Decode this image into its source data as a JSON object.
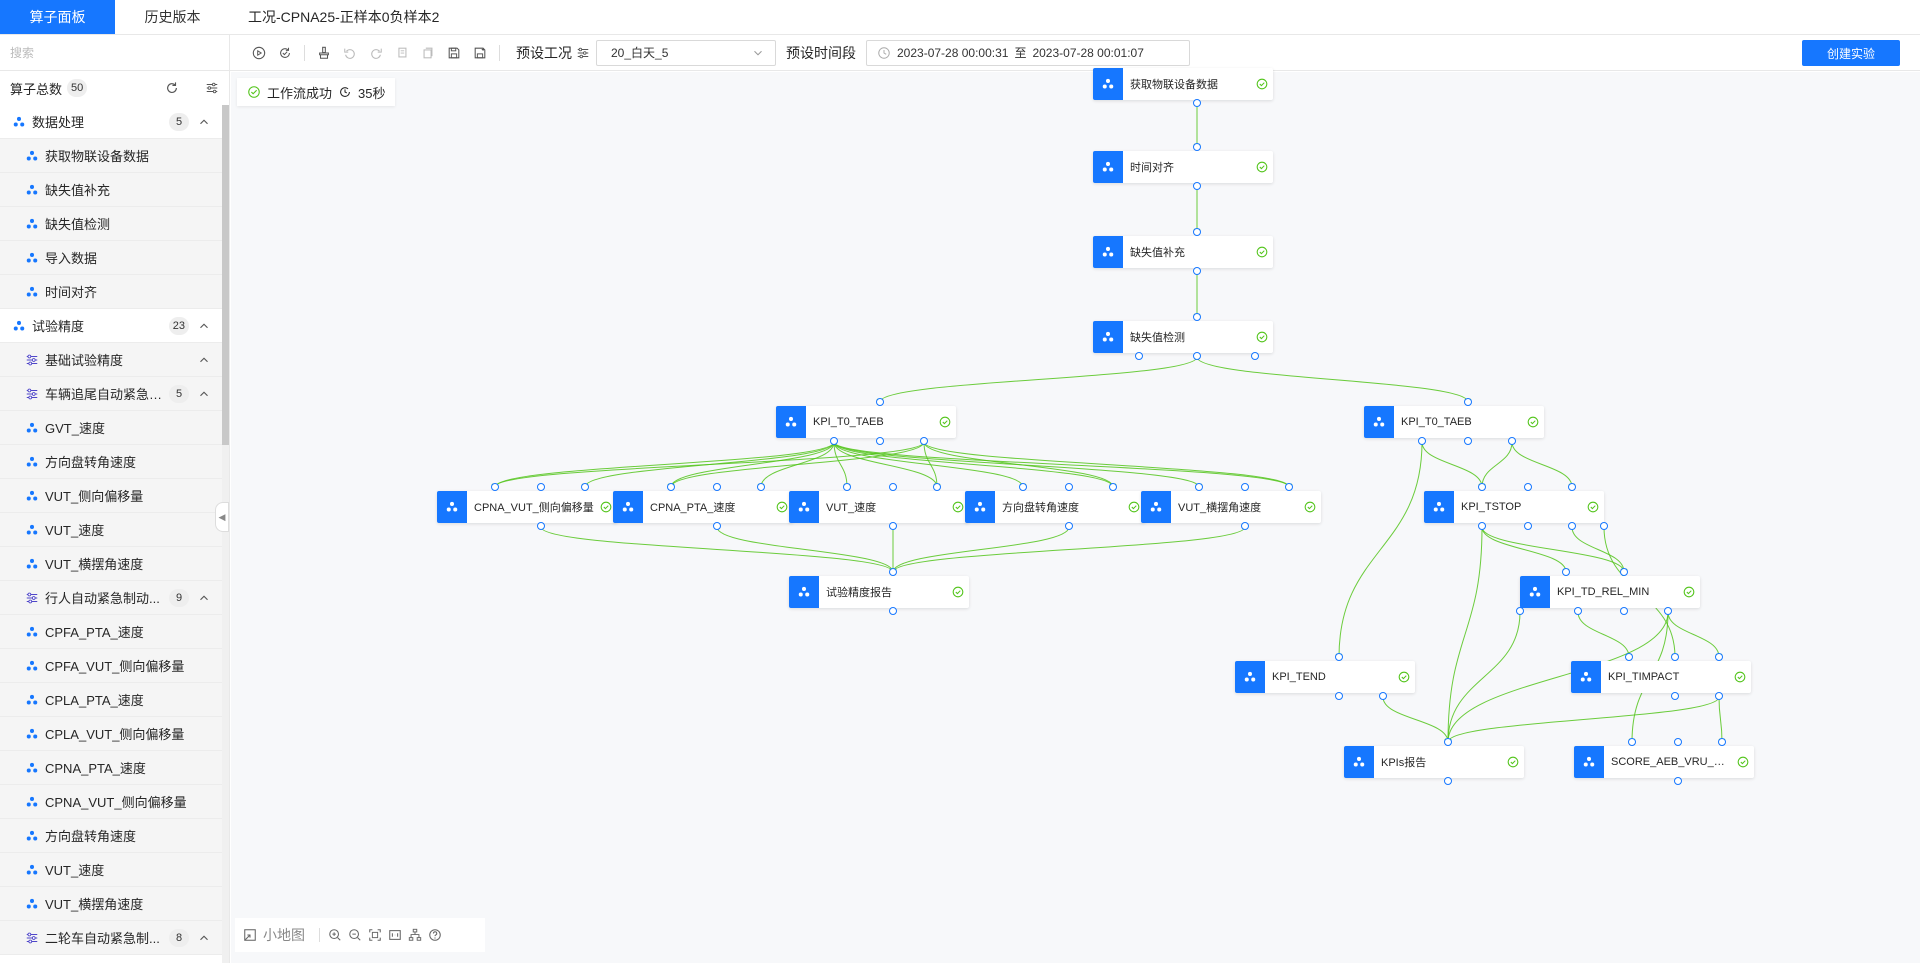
{
  "left_tabs": [
    {
      "label": "算子面板",
      "active": true
    },
    {
      "label": "历史版本",
      "active": false
    }
  ],
  "header": {
    "title": "工况-CPNA25-正样本0负样本2"
  },
  "toolbar": {
    "preset_condition_label": "预设工况",
    "preset_condition_value": "20_白天_5",
    "preset_time_label": "预设时间段",
    "time_start": "2023-07-28 00:00:31",
    "time_sep": "至",
    "time_end": "2023-07-28 00:01:07",
    "create_button": "创建实验"
  },
  "sidebar": {
    "search_placeholder": "搜索",
    "total_label": "算子总数",
    "total_count": "50",
    "rows": [
      {
        "kind": "cat",
        "label": "数据处理",
        "count": "5",
        "chevron": true
      },
      {
        "kind": "item",
        "label": "获取物联设备数据"
      },
      {
        "kind": "item",
        "label": "缺失值补充"
      },
      {
        "kind": "item",
        "label": "缺失值检测"
      },
      {
        "kind": "item",
        "label": "导入数据"
      },
      {
        "kind": "item",
        "label": "时间对齐"
      },
      {
        "kind": "cat",
        "label": "试验精度",
        "count": "23",
        "chevron": true
      },
      {
        "kind": "sub",
        "label": "基础试验精度",
        "chevron": true
      },
      {
        "kind": "sub",
        "label": "车辆追尾自动紧急制动...",
        "count": "5",
        "chevron": true
      },
      {
        "kind": "item",
        "label": "GVT_速度"
      },
      {
        "kind": "item",
        "label": "方向盘转角速度"
      },
      {
        "kind": "item",
        "label": "VUT_侧向偏移量"
      },
      {
        "kind": "item",
        "label": "VUT_速度"
      },
      {
        "kind": "item",
        "label": "VUT_横摆角速度"
      },
      {
        "kind": "sub",
        "label": "行人自动紧急制动...",
        "count": "9",
        "chevron": true
      },
      {
        "kind": "item",
        "label": "CPFA_PTA_速度"
      },
      {
        "kind": "item",
        "label": "CPFA_VUT_侧向偏移量"
      },
      {
        "kind": "item",
        "label": "CPLA_PTA_速度"
      },
      {
        "kind": "item",
        "label": "CPLA_VUT_侧向偏移量"
      },
      {
        "kind": "item",
        "label": "CPNA_PTA_速度"
      },
      {
        "kind": "item",
        "label": "CPNA_VUT_侧向偏移量"
      },
      {
        "kind": "item",
        "label": "方向盘转角速度"
      },
      {
        "kind": "item",
        "label": "VUT_速度"
      },
      {
        "kind": "item",
        "label": "VUT_横摆角速度"
      },
      {
        "kind": "sub",
        "label": "二轮车自动紧急制...",
        "count": "8",
        "chevron": true
      }
    ]
  },
  "canvas": {
    "status_text": "工作流成功",
    "duration": "35秒",
    "minimap_label": "小地图",
    "nodes": [
      {
        "id": "n1",
        "label": "获取物联设备数据"
      },
      {
        "id": "n2",
        "label": "时间对齐"
      },
      {
        "id": "n3",
        "label": "缺失值补充"
      },
      {
        "id": "n4",
        "label": "缺失值检测"
      },
      {
        "id": "n5",
        "label": "KPI_T0_TAEB"
      },
      {
        "id": "n6",
        "label": "KPI_T0_TAEB"
      },
      {
        "id": "n7",
        "label": "CPNA_VUT_侧向偏移量"
      },
      {
        "id": "n8",
        "label": "CPNA_PTA_速度"
      },
      {
        "id": "n9",
        "label": "VUT_速度"
      },
      {
        "id": "n10",
        "label": "方向盘转角速度"
      },
      {
        "id": "n11",
        "label": "VUT_横摆角速度"
      },
      {
        "id": "n12",
        "label": "试验精度报告"
      },
      {
        "id": "n13",
        "label": "KPI_TSTOP"
      },
      {
        "id": "n14",
        "label": "KPI_TD_REL_MIN"
      },
      {
        "id": "n15",
        "label": "KPI_TEND"
      },
      {
        "id": "n16",
        "label": "KPI_TIMPACT"
      },
      {
        "id": "n17",
        "label": "KPIs报告"
      },
      {
        "id": "n18",
        "label": "SCORE_AEB_VRU_CPNA"
      }
    ]
  },
  "colors": {
    "accent": "#1677ff",
    "success": "#52c41a",
    "edge": "#52c41a"
  }
}
